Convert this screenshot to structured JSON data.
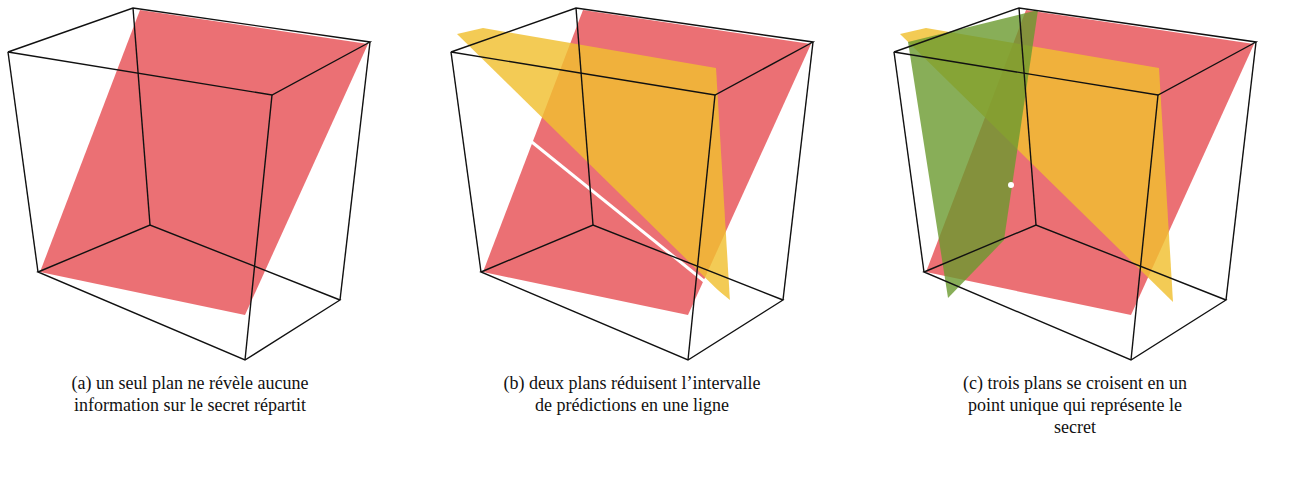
{
  "diagram": {
    "labels": [
      "(a) un seul plan ne révèle aucune information sur le secret répartit",
      "(b) deux plans réduisent l’intervalle de prédictions en une ligne",
      "(c) trois plans se croisent en un point unique qui représente le secret"
    ]
  }
}
